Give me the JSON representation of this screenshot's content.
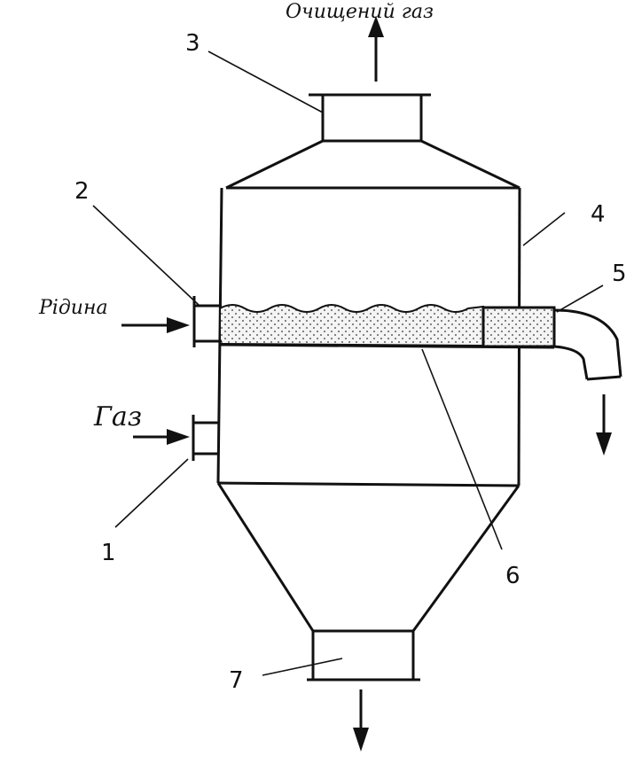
{
  "labels": {
    "clean_gas": "Очищений газ",
    "liquid": "Рідина",
    "gas": "Газ"
  },
  "callouts": [
    "1",
    "2",
    "3",
    "4",
    "5",
    "6",
    "7"
  ]
}
